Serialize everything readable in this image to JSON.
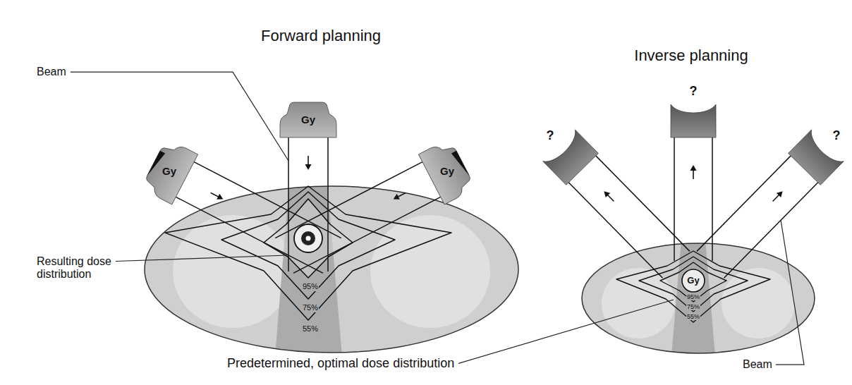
{
  "diagram": {
    "nodes": [
      {
        "text": [
          "Gy"
        ]
      },
      {
        "text": [
          "Gy"
        ]
      },
      {
        "text": [
          "Gy"
        ]
      },
      {
        "text": [
          "?"
        ]
      },
      {
        "text": [
          "?"
        ]
      },
      {
        "text": [
          "?"
        ]
      }
    ],
    "labels": [
      "Forward planning",
      "Inverse planning",
      "Beam",
      "Resulting dose distribution",
      "95%",
      "75%",
      "55%",
      "Gy",
      "95%",
      "75%",
      "55%",
      "Predetermined, optimal dose distribution",
      "Beam"
    ]
  }
}
